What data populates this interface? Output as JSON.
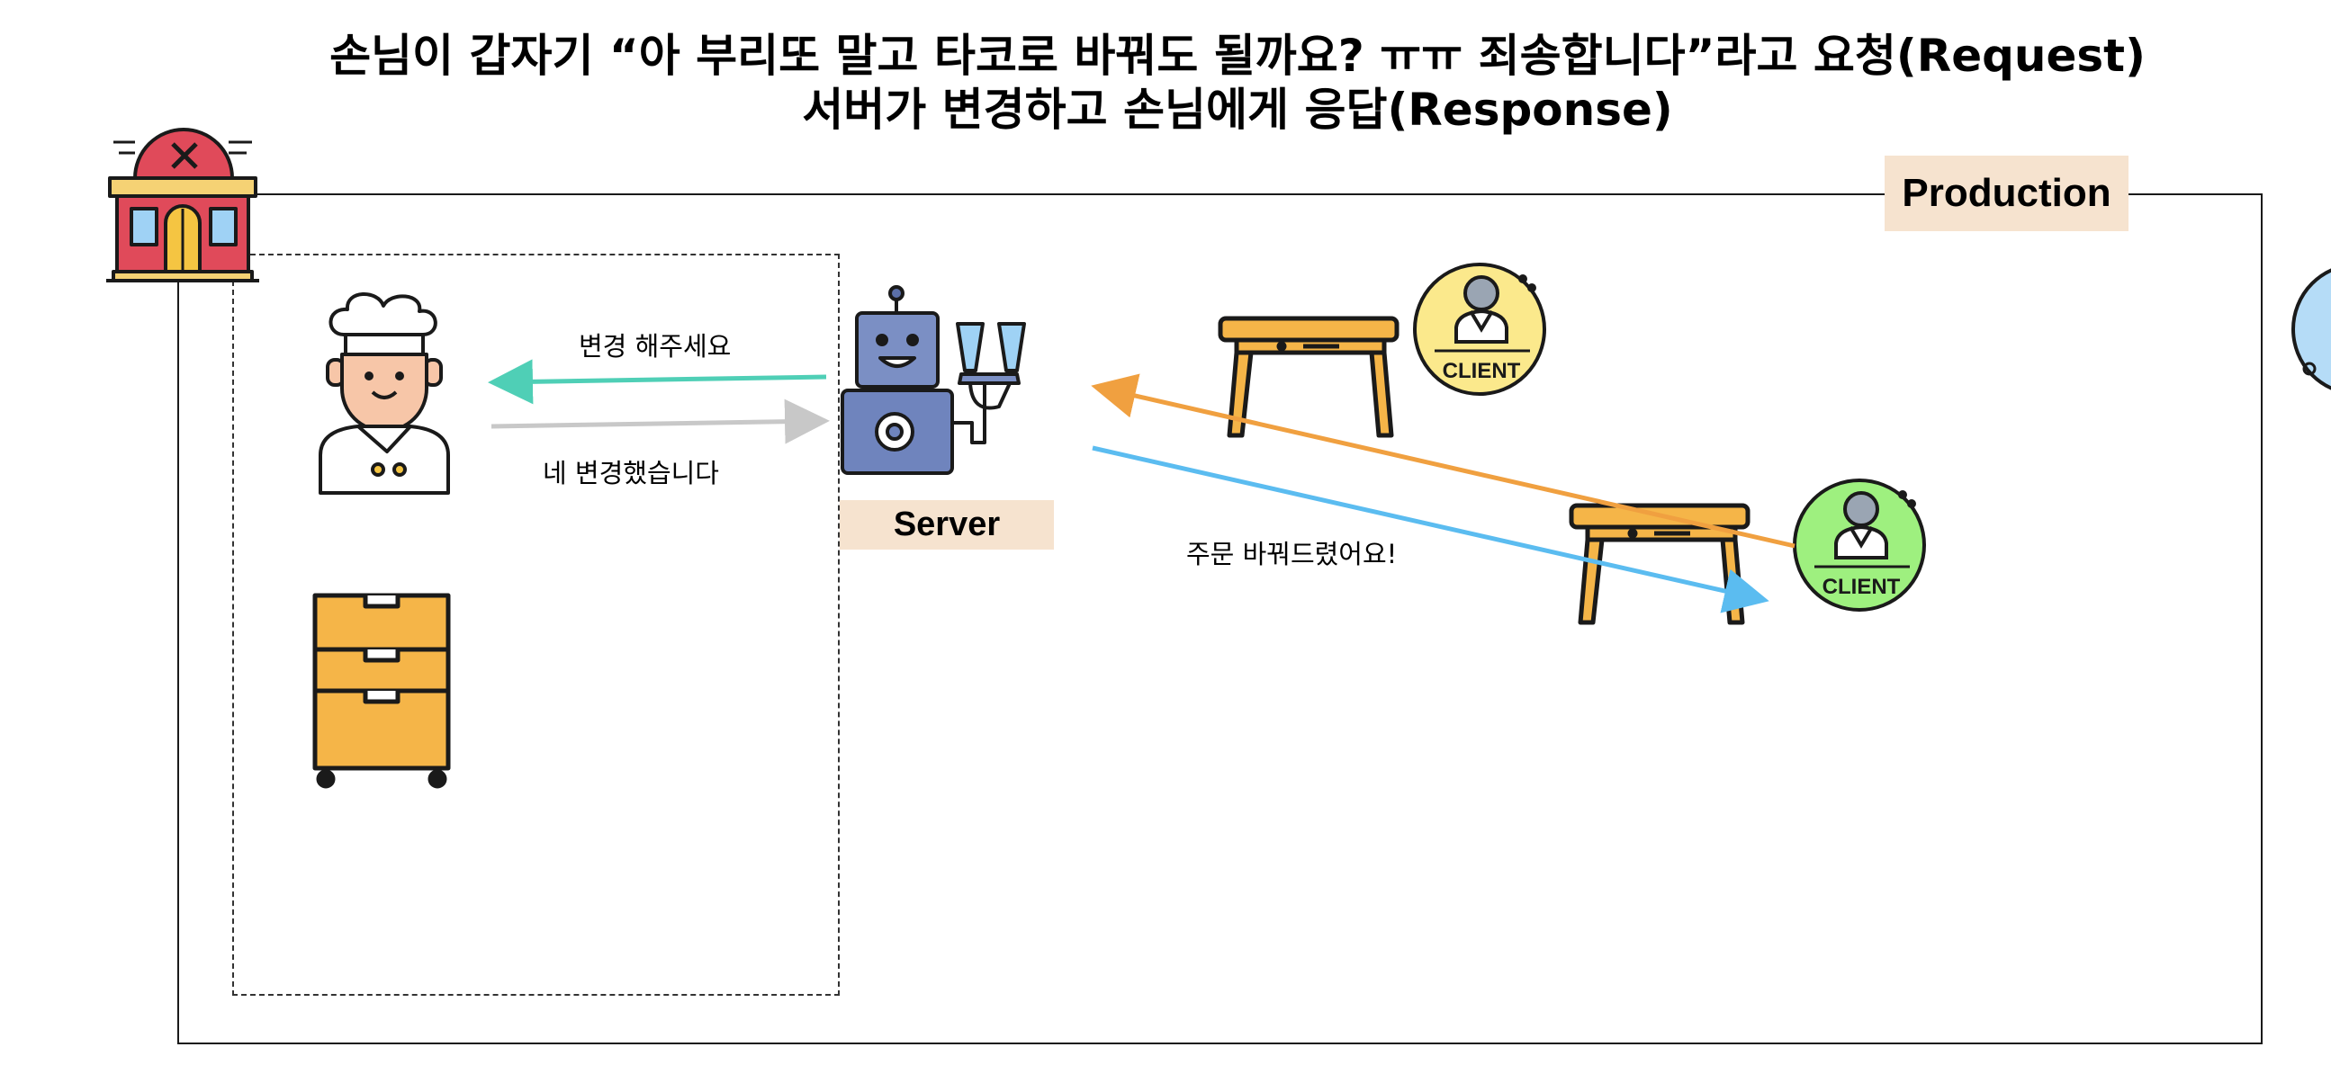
{
  "title": {
    "line1": "손님이 갑자기 “아 부리또 말고 타코로 바꿔도 될까요? ㅠㅠ 죄송합니다”라고 요청(Request)",
    "line2": "서버가 변경하고 손님에게 응답(Response)"
  },
  "environment_label": "Production",
  "server_label": "Server",
  "messages": {
    "server_to_chef": "변경 해주세요",
    "chef_to_server": "네 변경했습니다",
    "server_to_client": "주문 바꿔드렸어요!"
  },
  "client_badge_text": "CLIENT",
  "icons": [
    "restaurant-icon",
    "chef-icon",
    "cabinet-icon",
    "robot-server-icon",
    "table-icon",
    "client-icon"
  ],
  "colors": {
    "request_arrow": "#4fcfb6",
    "response_arrow": "#c8c8c8",
    "client_request_arrow": "#f0a040",
    "client_response_arrow": "#5bbcf0",
    "client_badge_yellow": "#fbe98c",
    "client_badge_green": "#9ef07f",
    "client_badge_blue": "#b5dcf7",
    "tag_background": "#f6e3cf"
  }
}
